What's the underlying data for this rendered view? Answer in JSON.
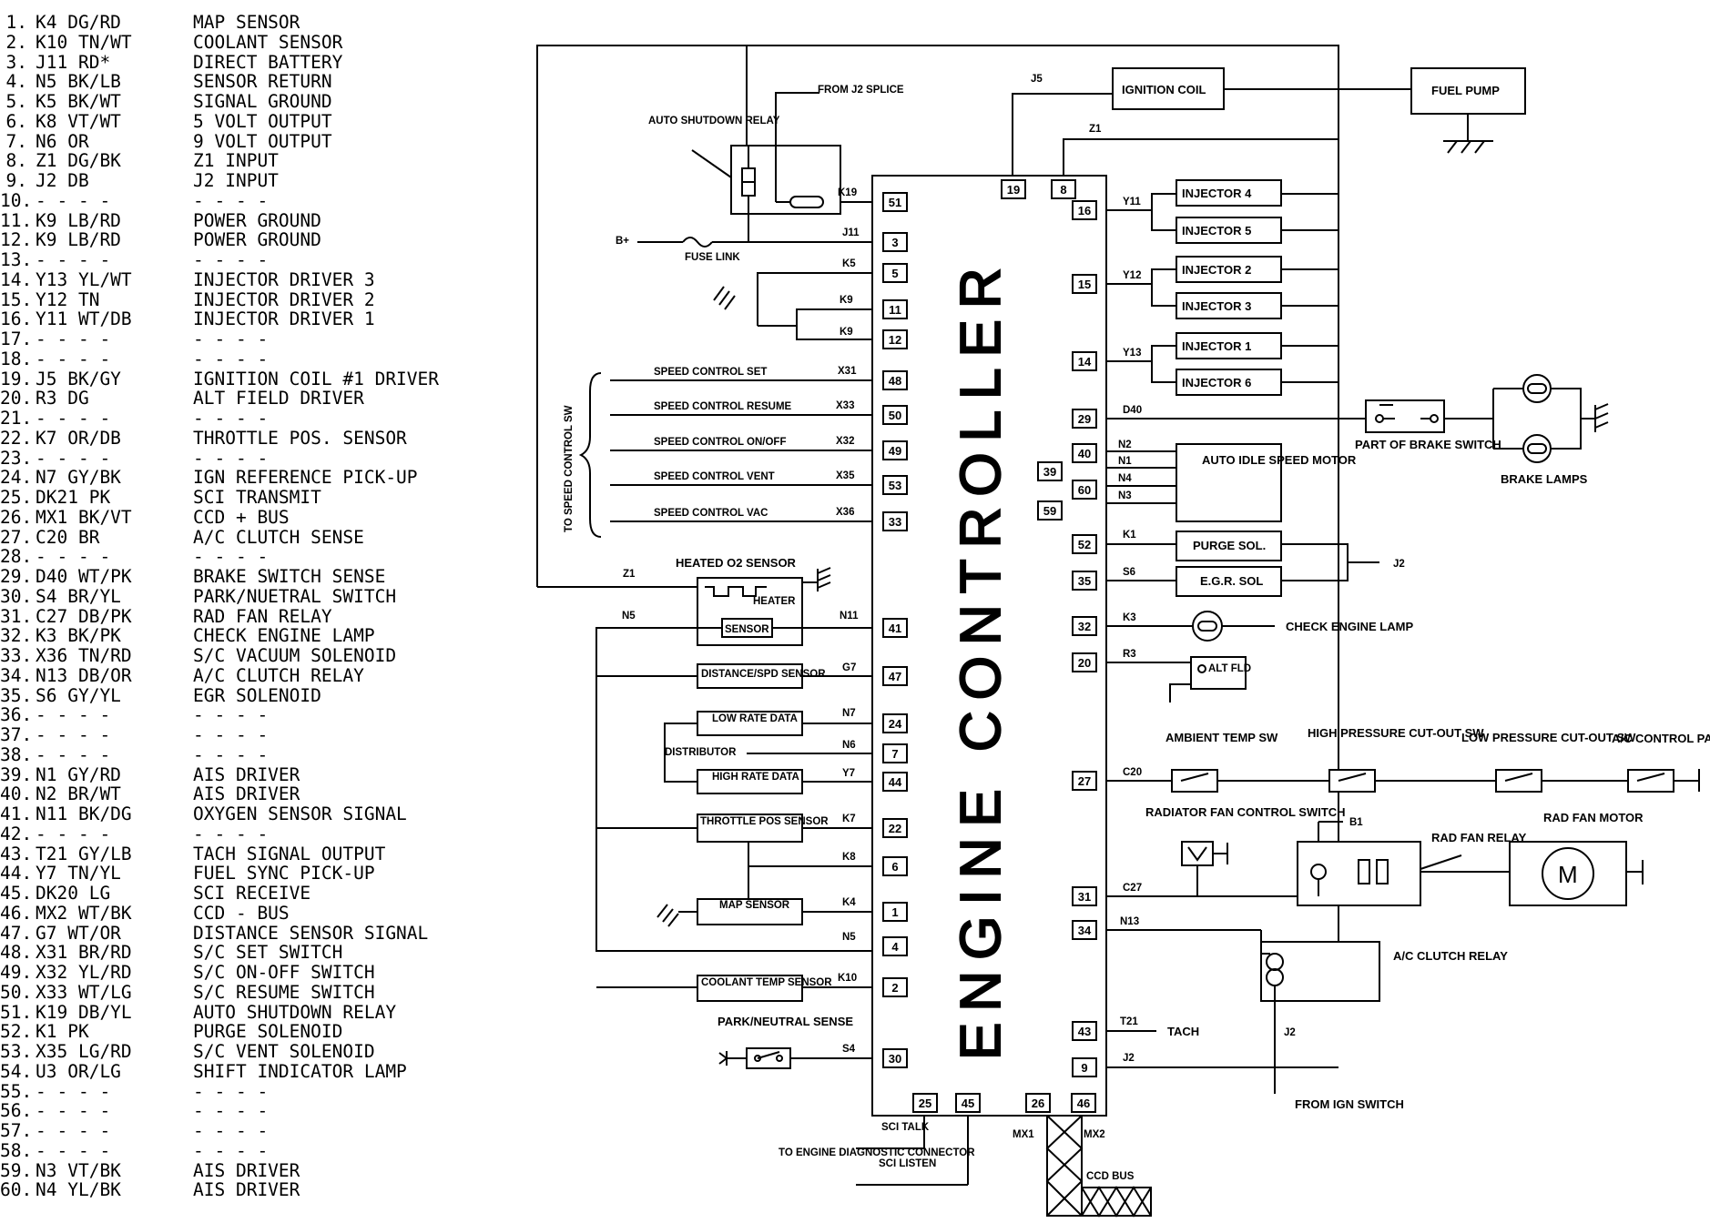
{
  "pin_list": [
    {
      "num": "1.",
      "wire": "K4 DG/RD",
      "func": "MAP SENSOR"
    },
    {
      "num": "2.",
      "wire": "K10 TN/WT",
      "func": "COOLANT SENSOR"
    },
    {
      "num": "3.",
      "wire": "J11 RD*",
      "func": "DIRECT BATTERY"
    },
    {
      "num": "4.",
      "wire": "N5 BK/LB",
      "func": "SENSOR RETURN"
    },
    {
      "num": "5.",
      "wire": "K5 BK/WT",
      "func": "SIGNAL GROUND"
    },
    {
      "num": "6.",
      "wire": "K8 VT/WT",
      "func": "5 VOLT OUTPUT"
    },
    {
      "num": "7.",
      "wire": "N6 OR",
      "func": "9 VOLT OUTPUT"
    },
    {
      "num": "8.",
      "wire": "Z1 DG/BK",
      "func": "Z1 INPUT"
    },
    {
      "num": "9.",
      "wire": "J2 DB",
      "func": "J2 INPUT"
    },
    {
      "num": "10.",
      "wire": "- - - -",
      "func": "- - - -"
    },
    {
      "num": "11.",
      "wire": "K9 LB/RD",
      "func": "POWER GROUND"
    },
    {
      "num": "12.",
      "wire": "K9 LB/RD",
      "func": "POWER GROUND"
    },
    {
      "num": "13.",
      "wire": "- - - -",
      "func": "- - - -"
    },
    {
      "num": "14.",
      "wire": "Y13 YL/WT",
      "func": "INJECTOR DRIVER 3"
    },
    {
      "num": "15.",
      "wire": "Y12 TN",
      "func": "INJECTOR DRIVER 2"
    },
    {
      "num": "16.",
      "wire": "Y11 WT/DB",
      "func": "INJECTOR DRIVER 1"
    },
    {
      "num": "17.",
      "wire": "- - - -",
      "func": "- - - -"
    },
    {
      "num": "18.",
      "wire": "- - - -",
      "func": "- - - -"
    },
    {
      "num": "19.",
      "wire": "J5 BK/GY",
      "func": "IGNITION COIL #1 DRIVER"
    },
    {
      "num": "20.",
      "wire": "R3 DG",
      "func": "ALT FIELD DRIVER"
    },
    {
      "num": "21.",
      "wire": "- - - -",
      "func": "- - - -"
    },
    {
      "num": "22.",
      "wire": "K7 OR/DB",
      "func": "THROTTLE POS. SENSOR"
    },
    {
      "num": "23.",
      "wire": "- - - -",
      "func": "- - - -"
    },
    {
      "num": "24.",
      "wire": "N7 GY/BK",
      "func": "IGN REFERENCE PICK-UP"
    },
    {
      "num": "25.",
      "wire": "DK21 PK",
      "func": "SCI TRANSMIT"
    },
    {
      "num": "26.",
      "wire": "MX1 BK/VT",
      "func": "CCD + BUS"
    },
    {
      "num": "27.",
      "wire": "C20 BR",
      "func": "A/C CLUTCH SENSE"
    },
    {
      "num": "28.",
      "wire": "- - - -",
      "func": "- - - -"
    },
    {
      "num": "29.",
      "wire": "D40 WT/PK",
      "func": "BRAKE SWITCH SENSE"
    },
    {
      "num": "30.",
      "wire": "S4 BR/YL",
      "func": "PARK/NUETRAL SWITCH"
    },
    {
      "num": "31.",
      "wire": "C27 DB/PK",
      "func": "RAD FAN RELAY"
    },
    {
      "num": "32.",
      "wire": "K3 BK/PK",
      "func": "CHECK ENGINE LAMP"
    },
    {
      "num": "33.",
      "wire": "X36 TN/RD",
      "func": "S/C VACUUM SOLENOID"
    },
    {
      "num": "34.",
      "wire": "N13 DB/OR",
      "func": "A/C CLUTCH RELAY"
    },
    {
      "num": "35.",
      "wire": "S6 GY/YL",
      "func": "EGR SOLENOID"
    },
    {
      "num": "36.",
      "wire": "- - - -",
      "func": "- - - -"
    },
    {
      "num": "37.",
      "wire": "- - - -",
      "func": "- - - -"
    },
    {
      "num": "38.",
      "wire": "- - - -",
      "func": "- - - -"
    },
    {
      "num": "39.",
      "wire": "N1 GY/RD",
      "func": "AIS DRIVER"
    },
    {
      "num": "40.",
      "wire": "N2 BR/WT",
      "func": "AIS DRIVER"
    },
    {
      "num": "41.",
      "wire": "N11 BK/DG",
      "func": "OXYGEN SENSOR SIGNAL"
    },
    {
      "num": "42.",
      "wire": "- - - -",
      "func": "- - - -"
    },
    {
      "num": "43.",
      "wire": "T21 GY/LB",
      "func": "TACH SIGNAL OUTPUT"
    },
    {
      "num": "44.",
      "wire": "Y7 TN/YL",
      "func": "FUEL SYNC PICK-UP"
    },
    {
      "num": "45.",
      "wire": "DK20 LG",
      "func": "SCI RECEIVE"
    },
    {
      "num": "46.",
      "wire": "MX2 WT/BK",
      "func": "CCD - BUS"
    },
    {
      "num": "47.",
      "wire": "G7 WT/OR",
      "func": "DISTANCE SENSOR SIGNAL"
    },
    {
      "num": "48.",
      "wire": "X31 BR/RD",
      "func": "S/C SET SWITCH"
    },
    {
      "num": "49.",
      "wire": "X32 YL/RD",
      "func": "S/C ON-OFF SWITCH"
    },
    {
      "num": "50.",
      "wire": "X33 WT/LG",
      "func": "S/C RESUME SWITCH"
    },
    {
      "num": "51.",
      "wire": "K19 DB/YL",
      "func": "AUTO SHUTDOWN RELAY"
    },
    {
      "num": "52.",
      "wire": "K1 PK",
      "func": "PURGE SOLENOID"
    },
    {
      "num": "53.",
      "wire": "X35 LG/RD",
      "func": "S/C VENT SOLENOID"
    },
    {
      "num": "54.",
      "wire": "U3 OR/LG",
      "func": "SHIFT INDICATOR LAMP"
    },
    {
      "num": "55.",
      "wire": "- - - -",
      "func": "- - - -"
    },
    {
      "num": "56.",
      "wire": "- - - -",
      "func": "- - - -"
    },
    {
      "num": "57.",
      "wire": "- - - -",
      "func": "- - - -"
    },
    {
      "num": "58.",
      "wire": "- - - -",
      "func": "- - - -"
    },
    {
      "num": "59.",
      "wire": "N3 VT/BK",
      "func": "AIS DRIVER"
    },
    {
      "num": "60.",
      "wire": "N4 YL/BK",
      "func": "AIS DRIVER"
    }
  ],
  "controller": {
    "title": "ENGINE CONTROLLER"
  },
  "components": {
    "auto_shutdown_relay": "AUTO SHUTDOWN RELAY",
    "from_j2_splice": "FROM J2 SPLICE",
    "b_plus": "B+",
    "fuse_link": "FUSE LINK",
    "ignition_coil": "IGNITION COIL",
    "fuel_pump": "FUEL PUMP",
    "injector_4": "INJECTOR 4",
    "injector_5": "INJECTOR 5",
    "injector_2": "INJECTOR 2",
    "injector_3": "INJECTOR 3",
    "injector_1": "INJECTOR 1",
    "injector_6": "INJECTOR 6",
    "part_of_brake_switch": "PART OF BRAKE SWITCH",
    "brake_lamps": "BRAKE LAMPS",
    "ais_motor": "AUTO IDLE SPEED MOTOR",
    "purge_sol": "PURGE SOL.",
    "egr_sol": "E.G.R. SOL",
    "check_engine_lamp": "CHECK ENGINE LAMP",
    "alt_fld": "ALT FLD",
    "ambient_temp_sw": "AMBIENT TEMP SW",
    "high_pressure_sw": "HIGH PRESSURE CUT-OUT SW",
    "low_pressure_sw": "LOW PRESSURE CUT-OUT SW",
    "ac_control_panel": "A/C CONTROL PANEL",
    "rad_fan_control_switch": "RADIATOR FAN CONTROL SWITCH",
    "rad_fan_relay": "RAD FAN RELAY",
    "rad_fan_motor": "RAD FAN MOTOR",
    "motor_symbol": "M",
    "ac_clutch_relay": "A/C CLUTCH RELAY",
    "tach": "TACH",
    "from_ign_switch": "FROM IGN SWITCH",
    "ccd_bus": "CCD BUS",
    "to_engine_diag": "TO ENGINE DIAGNOSTIC CONNECTOR",
    "sci_talk": "SCI TALK",
    "sci_listen": "SCI LISTEN",
    "heated_o2": "HEATED O2 SENSOR",
    "heater": "HEATER",
    "sensor": "SENSOR",
    "distance_spd": "DISTANCE/SPD SENSOR",
    "low_rate": "LOW RATE DATA",
    "distributor": "DISTRIBUTOR",
    "high_rate": "HIGH RATE DATA",
    "throttle_pos": "THROTTLE POS SENSOR",
    "map_sensor": "MAP SENSOR",
    "coolant_temp": "COOLANT TEMP SENSOR",
    "park_neutral": "PARK/NEUTRAL SENSE",
    "to_speed_control": "TO SPEED CONTROL SW",
    "sc_set": "SPEED CONTROL SET",
    "sc_resume": "SPEED CONTROL RESUME",
    "sc_onoff": "SPEED CONTROL ON/OFF",
    "sc_vent": "SPEED CONTROL VENT",
    "sc_vac": "SPEED CONTROL VAC"
  },
  "wires": {
    "k19": "K19",
    "j11": "J11",
    "k5": "K5",
    "k9a": "K9",
    "k9b": "K9",
    "x31": "X31",
    "x33": "X33",
    "x32": "X32",
    "x35": "X35",
    "x36": "X36",
    "z1_left": "Z1",
    "n5": "N5",
    "n11": "N11",
    "g7": "G7",
    "n7": "N7",
    "n6": "N6",
    "y7": "Y7",
    "k7": "K7",
    "k8": "K8",
    "k4": "K4",
    "n5b": "N5",
    "k10": "K10",
    "s4": "S4",
    "j5": "J5",
    "z1_top": "Z1",
    "y11": "Y11",
    "y12": "Y12",
    "y13": "Y13",
    "d40": "D40",
    "n2": "N2",
    "n1": "N1",
    "n4": "N4",
    "n3": "N3",
    "k1": "K1",
    "s6": "S6",
    "j2_purge": "J2",
    "k3": "K3",
    "r3": "R3",
    "c20": "C20",
    "b1": "B1",
    "c27": "C27",
    "n13": "N13",
    "t21": "T21",
    "j2_bottom": "J2",
    "j2_relay": "J2",
    "mx1": "MX1",
    "mx2": "MX2"
  },
  "pins": {
    "p51": "51",
    "p3": "3",
    "p5": "5",
    "p11": "11",
    "p12": "12",
    "p48": "48",
    "p50": "50",
    "p49": "49",
    "p53": "53",
    "p33": "33",
    "p41": "41",
    "p47": "47",
    "p24": "24",
    "p7": "7",
    "p44": "44",
    "p22": "22",
    "p6": "6",
    "p1": "1",
    "p4": "4",
    "p2": "2",
    "p30": "30",
    "p19": "19",
    "p8": "8",
    "p16": "16",
    "p15": "15",
    "p14": "14",
    "p29": "29",
    "p40": "40",
    "p39": "39",
    "p60": "60",
    "p59": "59",
    "p52": "52",
    "p35": "35",
    "p32": "32",
    "p20": "20",
    "p27": "27",
    "p31": "31",
    "p34": "34",
    "p43": "43",
    "p9": "9",
    "p25": "25",
    "p45": "45",
    "p26": "26",
    "p46": "46"
  }
}
